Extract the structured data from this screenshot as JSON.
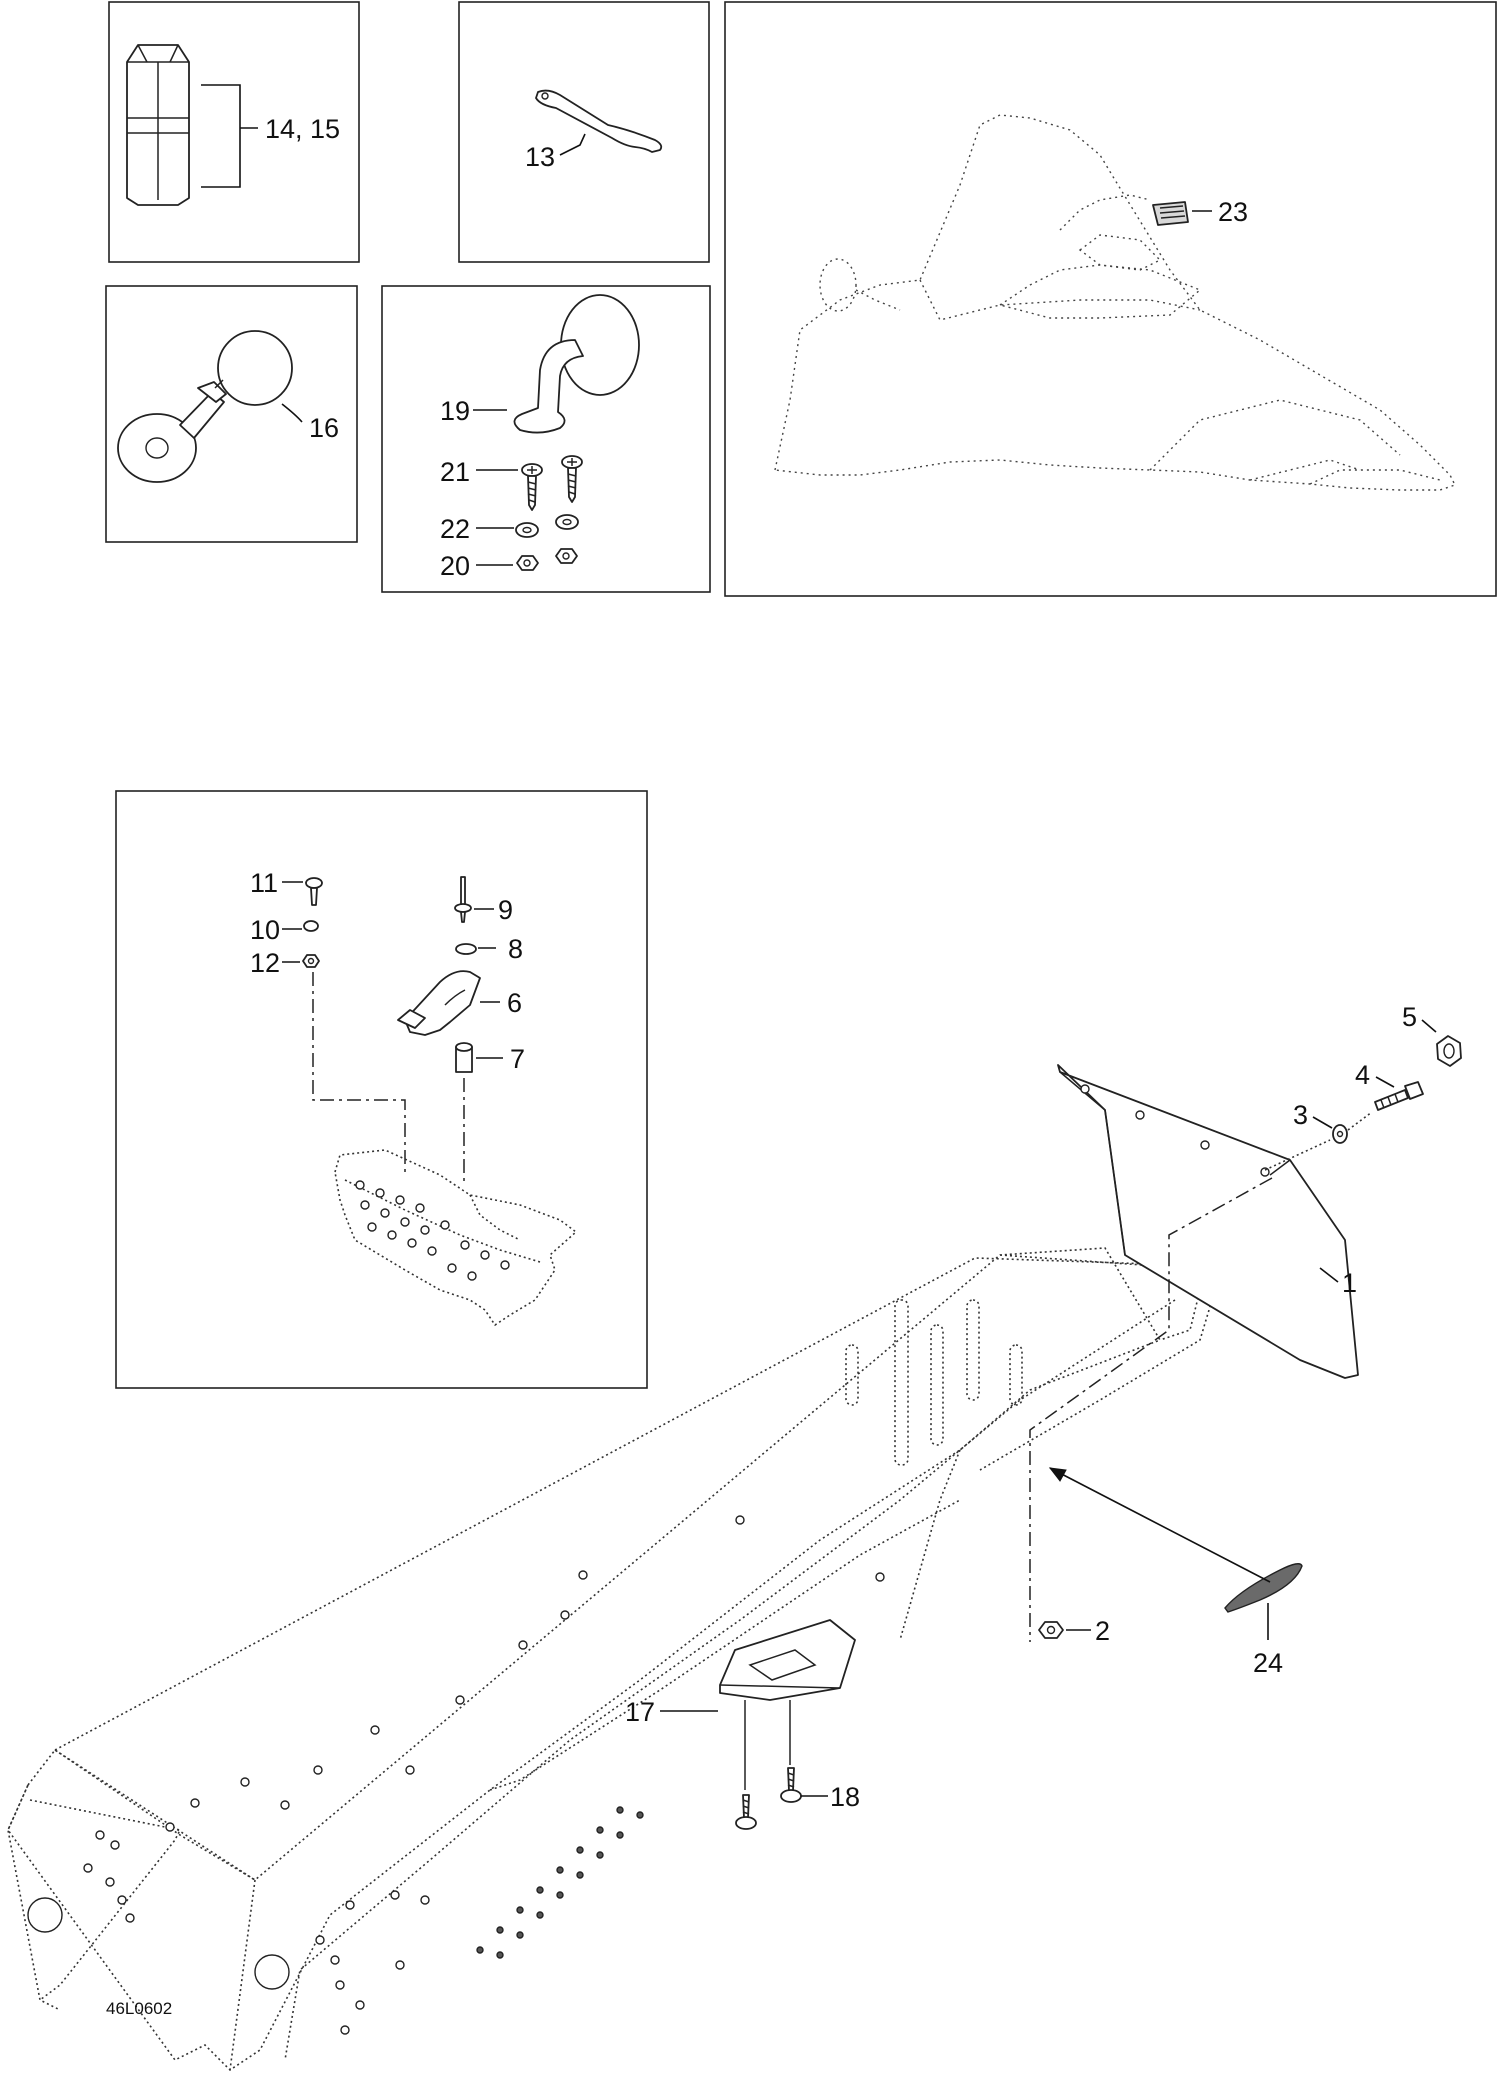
{
  "diagram_code": "46L0602",
  "callouts": {
    "c1": "1",
    "c2": "2",
    "c3": "3",
    "c4": "4",
    "c5": "5",
    "c6": "6",
    "c7": "7",
    "c8": "8",
    "c9": "9",
    "c10": "10",
    "c11": "11",
    "c12": "12",
    "c13": "13",
    "c14_15": "14, 15",
    "c16": "16",
    "c17": "17",
    "c18": "18",
    "c19": "19",
    "c20": "20",
    "c21": "21",
    "c22": "22",
    "c23": "23",
    "c24": "24"
  }
}
